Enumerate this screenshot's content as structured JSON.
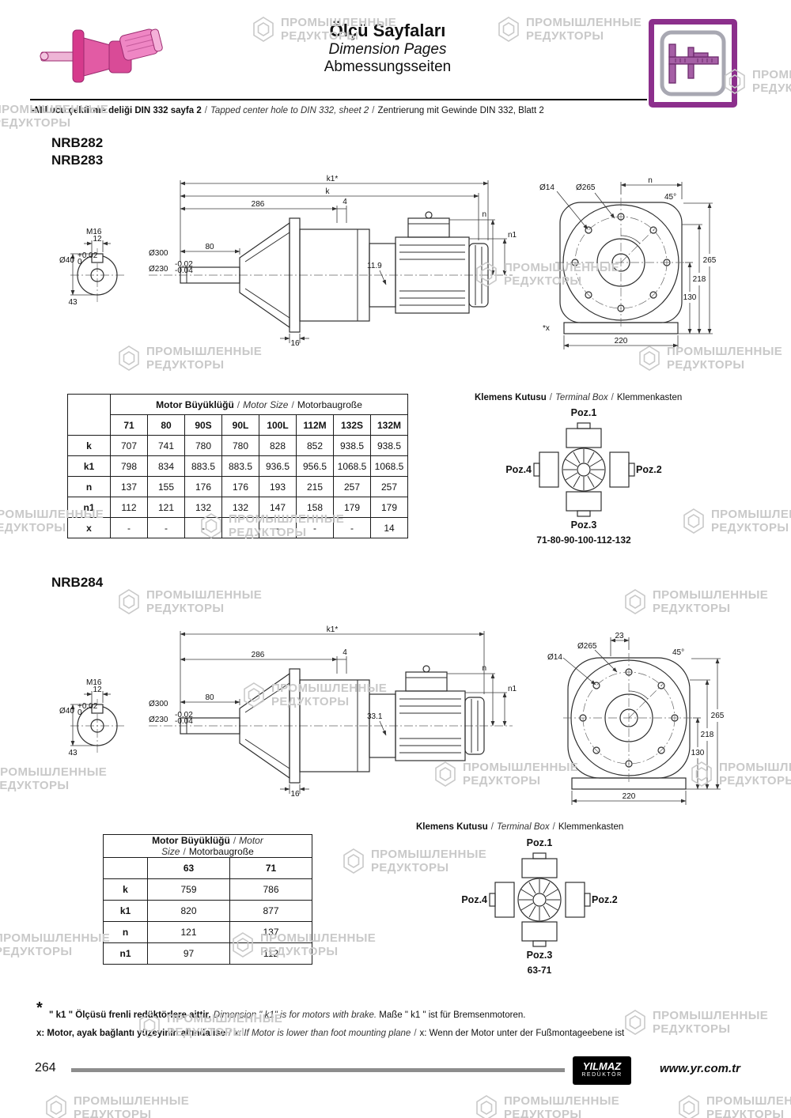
{
  "misc": {
    "sep": "/"
  },
  "watermark": {
    "line1": "ПРОМЫШЛЕННЫЕ",
    "line2": "РЕДУКТОРЫ"
  },
  "header": {
    "title_tr": "Ölçü Sayfaları",
    "title_en": "Dimension Pages",
    "title_de": "Abmessungsseiten",
    "note_tr": "-Mil ucu çektirme deliği DIN 332 sayfa 2",
    "note_en": "Tapped center hole to DIN 332, sheet 2",
    "note_de": "Zentrierung mit Gewinde DIN 332, Blatt 2"
  },
  "section1": {
    "model_a": "NRB282",
    "model_b": "NRB283",
    "side": {
      "k1": "k1*",
      "k": "k",
      "d286": "286",
      "d4": "4",
      "d80": "80",
      "d119": "11.9",
      "d300": "Ø300",
      "d230": "Ø230",
      "tol_a": "-0.02",
      "tol_b": "-0.04",
      "d16": "16",
      "n": "n",
      "n1": "n1"
    },
    "shaft": {
      "m16": "M16",
      "d12": "12",
      "d40": "Ø40",
      "tol_a": "+0.02",
      "tol_b": "0",
      "d43": "43"
    },
    "front": {
      "n": "n",
      "d14": "Ø14",
      "d265": "Ø265",
      "a45": "45°",
      "h265": "265",
      "h218": "218",
      "h130": "130",
      "w220": "220",
      "x": "*x"
    },
    "table": {
      "title_tr": "Motor Büyüklüğü",
      "title_en": "Motor Size",
      "title_de": "Motorbaugroße",
      "columns": [
        "71",
        "80",
        "90S",
        "90L",
        "100L",
        "112M",
        "132S",
        "132M"
      ],
      "rows": [
        {
          "label": "k",
          "v": [
            "707",
            "741",
            "780",
            "780",
            "828",
            "852",
            "938.5",
            "938.5"
          ]
        },
        {
          "label": "k1",
          "v": [
            "798",
            "834",
            "883.5",
            "883.5",
            "936.5",
            "956.5",
            "1068.5",
            "1068.5"
          ]
        },
        {
          "label": "n",
          "v": [
            "137",
            "155",
            "176",
            "176",
            "193",
            "215",
            "257",
            "257"
          ]
        },
        {
          "label": "n1",
          "v": [
            "112",
            "121",
            "132",
            "132",
            "147",
            "158",
            "179",
            "179"
          ]
        },
        {
          "label": "x",
          "v": [
            "-",
            "-",
            "-",
            "-",
            "-",
            "-",
            "-",
            "14"
          ]
        }
      ]
    },
    "terminal": {
      "title_tr": "Klemens Kutusu",
      "title_en": "Terminal Box",
      "title_de": "Klemmenkasten",
      "poz1": "Poz.1",
      "poz2": "Poz.2",
      "poz3": "Poz.3",
      "poz4": "Poz.4",
      "sizes": "71-80-90-100-112-132"
    }
  },
  "section2": {
    "model": "NRB284",
    "side": {
      "k1": "k1*",
      "d286": "286",
      "d4": "4",
      "d80": "80",
      "d331": "33.1",
      "d300": "Ø300",
      "d230": "Ø230",
      "tol_a": "-0.02",
      "tol_b": "-0.04",
      "d16": "16",
      "n": "n",
      "n1": "n1"
    },
    "shaft": {
      "m16": "M16",
      "d12": "12",
      "d40": "Ø40",
      "tol_a": "+0.02",
      "tol_b": "0",
      "d43": "43"
    },
    "front": {
      "d23": "23",
      "d14": "Ø14",
      "d265": "Ø265",
      "a45": "45°",
      "h265": "265",
      "h218": "218",
      "h130": "130",
      "w220": "220"
    },
    "table": {
      "title_tr": "Motor Büyüklüğü",
      "title_en": "Motor Size",
      "title_de": "Motorbaugroße",
      "columns": [
        "63",
        "71"
      ],
      "rows": [
        {
          "label": "k",
          "v": [
            "759",
            "786"
          ]
        },
        {
          "label": "k1",
          "v": [
            "820",
            "877"
          ]
        },
        {
          "label": "n",
          "v": [
            "121",
            "137"
          ]
        },
        {
          "label": "n1",
          "v": [
            "97",
            "112"
          ]
        }
      ]
    },
    "terminal": {
      "title_tr": "Klemens Kutusu",
      "title_en": "Terminal Box",
      "title_de": "Klemmenkasten",
      "poz1": "Poz.1",
      "poz2": "Poz.2",
      "poz3": "Poz.3",
      "poz4": "Poz.4",
      "sizes": "63-71"
    }
  },
  "footnotes": {
    "star": "*",
    "note1_tr": "\" k1 \" Ölçüsü frenli redüktörlere aittir.",
    "note1_en": "Dimension \" k1\" is for motors with brake.",
    "note1_de": "Maße \" k1 \" ist für Bremsenmotoren.",
    "note2_tr": "x: Motor, ayak bağlantı yüzeyinin altında ise",
    "note2_en": "x: If Motor is lower than foot mounting plane",
    "note2_de": "x: Wenn der Motor unter der Fußmontageebene ist"
  },
  "footer": {
    "page": "264",
    "logo_line1": "YILMAZ",
    "logo_line2": "REDÜKTÖR",
    "url": "www.yr.com.tr"
  }
}
